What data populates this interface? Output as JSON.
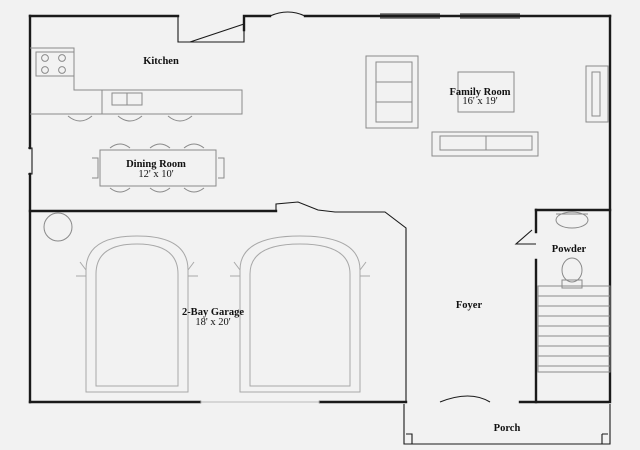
{
  "rooms": {
    "kitchen": {
      "name": "Kitchen",
      "dims": ""
    },
    "family_room": {
      "name": "Family Room",
      "dims": "16' x 19'"
    },
    "dining_room": {
      "name": "Dining Room",
      "dims": "12' x 10'"
    },
    "garage": {
      "name": "2-Bay Garage",
      "dims": "18' x 20'"
    },
    "foyer": {
      "name": "Foyer",
      "dims": ""
    },
    "powder": {
      "name": "Powder",
      "dims": ""
    },
    "porch": {
      "name": "Porch",
      "dims": ""
    }
  },
  "colors": {
    "background": "#f2f2f2",
    "walls": "#1a1a1a",
    "fixtures": "#8a8a8a"
  }
}
